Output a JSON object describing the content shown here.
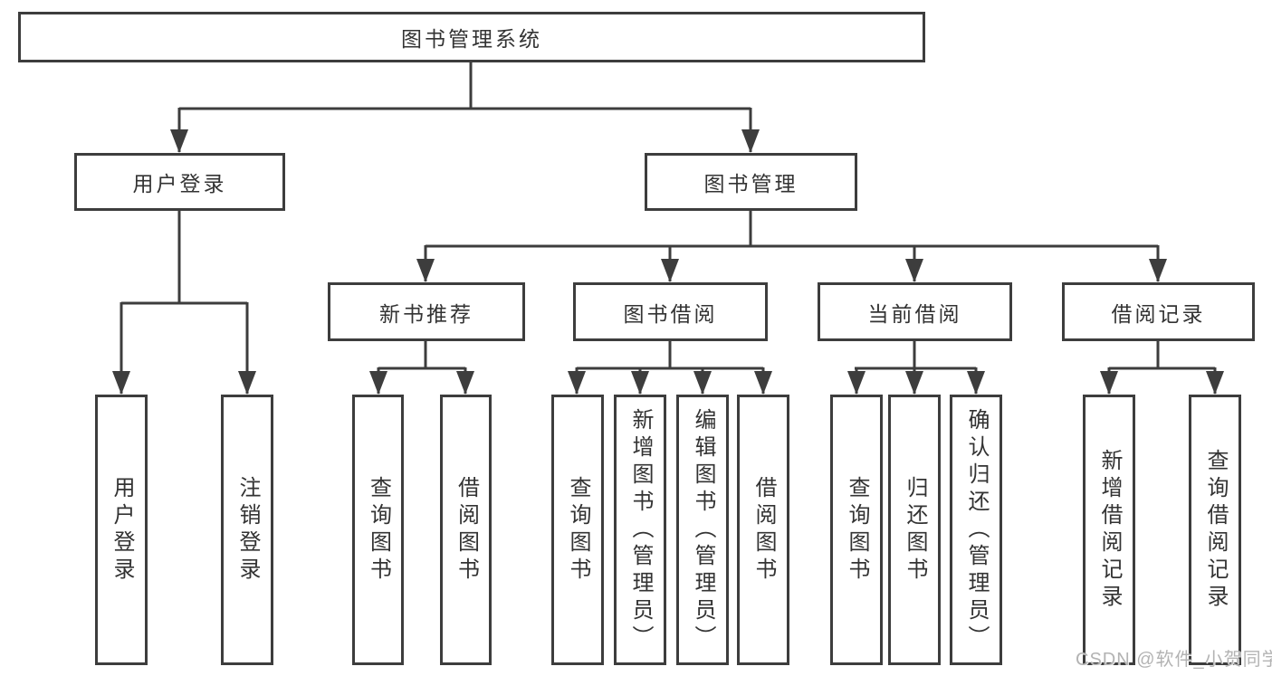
{
  "diagram": {
    "root_label": "图书管理系统",
    "level2": [
      {
        "label": "用户登录",
        "children": [
          "用户登录",
          "注销登录"
        ]
      },
      {
        "label": "图书管理"
      }
    ],
    "level3": [
      {
        "label": "新书推荐",
        "children": [
          "查询图书",
          "借阅图书"
        ]
      },
      {
        "label": "图书借阅",
        "children": [
          "查询图书",
          "新增图书（管理员）",
          "编辑图书（管理员）",
          "借阅图书"
        ]
      },
      {
        "label": "当前借阅",
        "children": [
          "查询图书",
          "归还图书",
          "确认归还（管理员）"
        ]
      },
      {
        "label": "借阅记录",
        "children": [
          "新增借阅记录",
          "查询借阅记录"
        ]
      }
    ]
  },
  "watermark": "CSDN @软件_小贺同学",
  "colors": {
    "line": "#3d3d3d",
    "text": "#333333",
    "watermark": "#b3b3b3",
    "background": "#ffffff"
  }
}
